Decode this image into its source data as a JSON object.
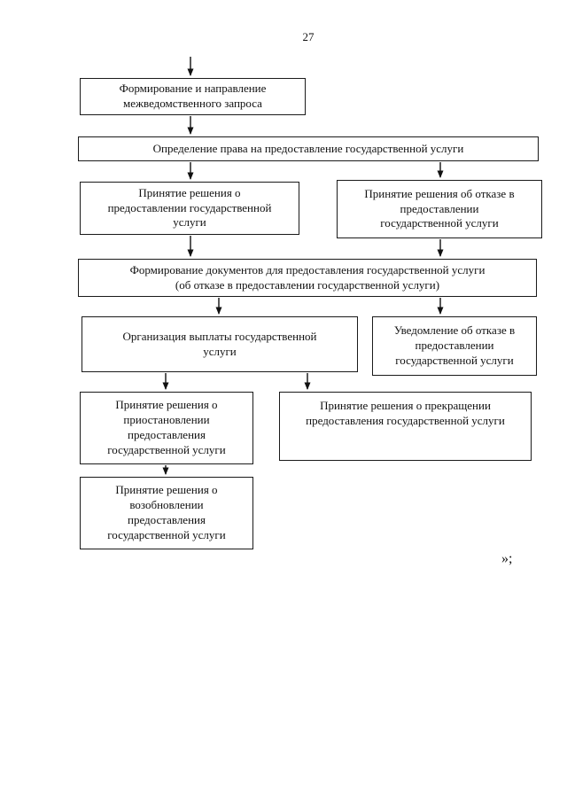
{
  "page": {
    "number": "27",
    "closing_mark": "»;"
  },
  "flowchart": {
    "nodes": {
      "interagency_request": {
        "label": "Формирование и направление\nмежведомственного запроса"
      },
      "right_determination": {
        "label": "Определение права на предоставление государственной услуги"
      },
      "decision_grant": {
        "label": "Принятие решения о\nпредоставлении государственной\nуслуги"
      },
      "decision_refuse": {
        "label": "Принятие решения об отказе в\nпредоставлении\nгосударственной услуги"
      },
      "documents_formation": {
        "label": "Формирование документов для предоставления государственной услуги\n(об отказе в предоставлении государственной услуги)"
      },
      "payment_organization": {
        "label": "Организация выплаты государственной\nуслуги"
      },
      "refusal_notification": {
        "label": "Уведомление об отказе в\nпредоставлении\nгосударственной услуги"
      },
      "decision_suspend": {
        "label": "Принятие решения о\nприостановлении\nпредоставления\nгосударственной услуги"
      },
      "decision_terminate": {
        "label": "Принятие решения о прекращении\nпредоставления государственной услуги"
      },
      "decision_resume": {
        "label": "Принятие решения о\nвозобновлении\nпредоставления\nгосударственной услуги"
      }
    }
  }
}
